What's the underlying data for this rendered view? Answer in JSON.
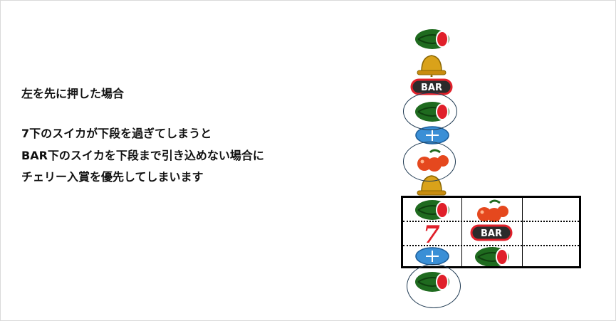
{
  "text": {
    "title": "左を先に押した場合",
    "line1": "7下のスイカが下段を過ぎてしまうと",
    "line2": "BAR下のスイカを下段まで引き込めない場合に",
    "line3": "チェリー入賞を優先してしまいます"
  },
  "symbols": {
    "bar_label": "BAR",
    "seven_label": "7"
  },
  "colors": {
    "watermelon_rind": "#1f6b1f",
    "watermelon_flesh": "#e0202a",
    "bell": "#d9a21a",
    "replay": "#3a8fd6",
    "cherry": "#e5481e",
    "seven": "#e0202a",
    "bar_bg": "#2b2b2b",
    "ring": "#1f3a52"
  }
}
